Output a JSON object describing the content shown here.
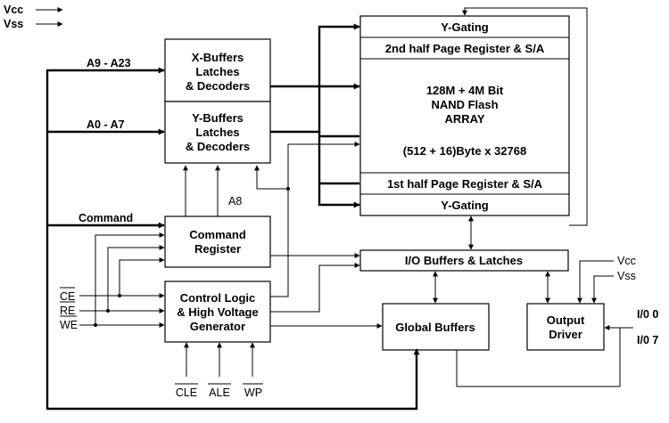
{
  "power": {
    "vcc": "Vcc",
    "vss": "Vss"
  },
  "blocks": {
    "x_buffers": [
      "X-Buffers",
      "Latches",
      "& Decoders"
    ],
    "y_buffers": [
      "Y-Buffers",
      "Latches",
      "& Decoders"
    ],
    "command_register": [
      "Command",
      "Register"
    ],
    "control_logic": [
      "Control Logic",
      "& High Voltage",
      "Generator"
    ],
    "array_top_gating": "Y-Gating",
    "array_top_register": "2nd half Page Register & S/A",
    "array_core": [
      "128M + 4M Bit",
      "NAND Flash",
      "ARRAY"
    ],
    "array_size": "(512 + 16)Byte x 32768",
    "array_bottom_register": "1st half Page Register & S/A",
    "array_bottom_gating": "Y-Gating",
    "io_buffers": "I/O Buffers & Latches",
    "global_buffers": "Global Buffers",
    "output_driver": [
      "Output",
      "Driver"
    ]
  },
  "signals": {
    "addr_high": "A9 - A23",
    "addr_low": "A0 - A7",
    "a8": "A8",
    "command": "Command",
    "ce": "CE",
    "re": "RE",
    "we": "WE",
    "cle": "CLE",
    "ale": "ALE",
    "wp": "WP",
    "driver_vcc": "Vcc",
    "driver_vss": "Vss",
    "io0": "I/0 0",
    "io7": "I/0 7"
  }
}
